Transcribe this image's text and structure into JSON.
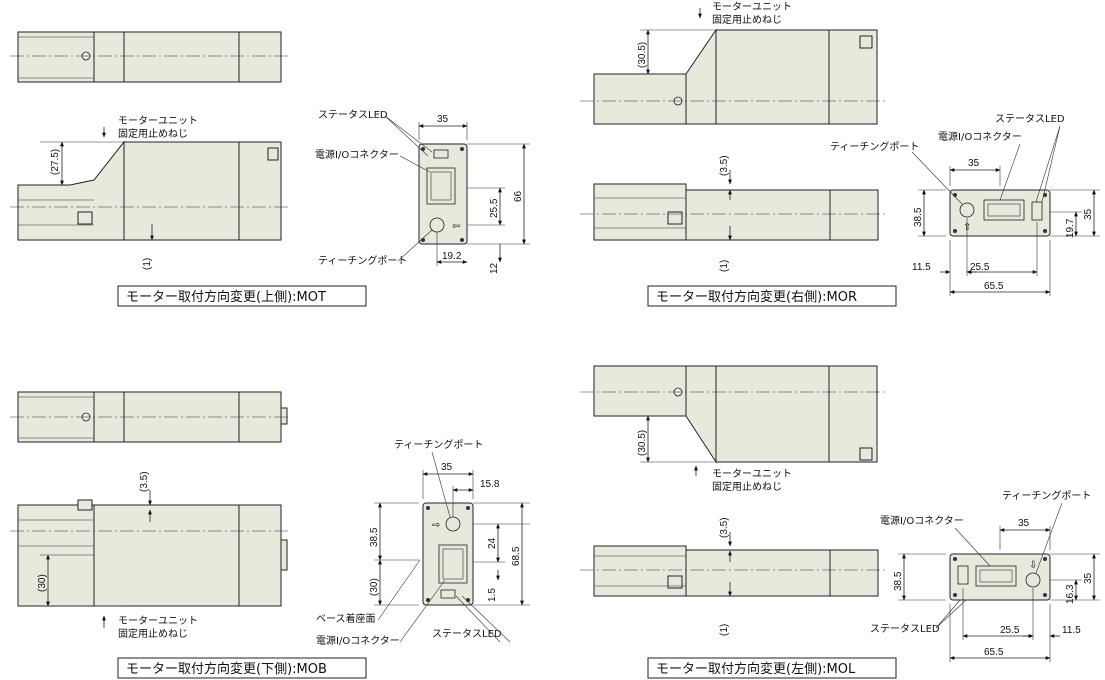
{
  "captions": {
    "mot": "モーター取付方向変更(上側):MOT",
    "mor": "モーター取付方向変更(右側):MOR",
    "mob": "モーター取付方向変更(下側):MOB",
    "mol": "モーター取付方向変更(左側):MOL"
  },
  "labels": {
    "motor_unit_screw_line1": "モーターユニット",
    "motor_unit_screw_line2": "固定用止めねじ",
    "status_led": "ステータスLED",
    "power_io_connector": "電源I/Oコネクター",
    "teaching_port": "ティーチングポート",
    "base_mount_surface": "ベース着座面"
  },
  "dims": {
    "mot": {
      "d27_5": "(27.5)",
      "d1": "(1)",
      "d35": "35",
      "d66": "66",
      "d25_5": "25.5",
      "d19_2": "19.2",
      "d12": "12"
    },
    "mor": {
      "d30_5": "(30.5)",
      "d3_5": "(3.5)",
      "d1": "(1)",
      "d35": "35",
      "d38_5": "38.5",
      "d19_7": "19.7",
      "d35v": "35",
      "d11_5": "11.5",
      "d25_5": "25.5",
      "d65_5": "65.5"
    },
    "mob": {
      "d3_5": "(3.5)",
      "d30": "(30)",
      "d35": "35",
      "d15_8": "15.8",
      "d38_5": "38.5",
      "d30b": "(30)",
      "d24": "24",
      "d68_5": "68.5",
      "d1_5": "1.5"
    },
    "mol": {
      "d30_5": "(30.5)",
      "d3_5": "(3.5)",
      "d1": "(1)",
      "d35": "35",
      "d38_5": "38.5",
      "d16_3": "16.3",
      "d35v": "35",
      "d25_5": "25.5",
      "d11_5": "11.5",
      "d65_5": "65.5"
    }
  }
}
